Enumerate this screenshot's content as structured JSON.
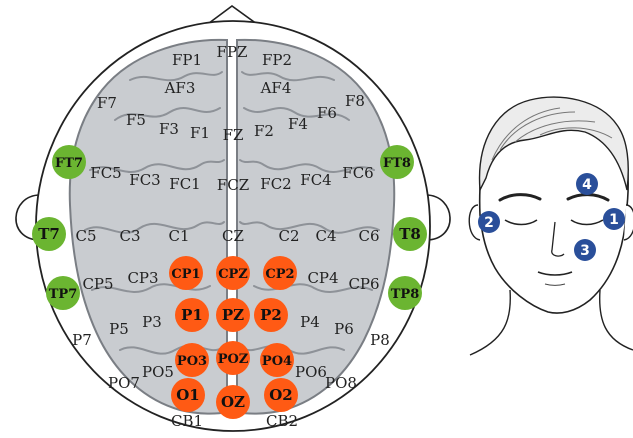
{
  "colors": {
    "green": "#6bb531",
    "orange": "#ff5a14",
    "marker": "#2a4f9a",
    "brain": "#c9ccd0",
    "brain_dark": "#7a7e84"
  },
  "electrodes": [
    {
      "id": "FP1",
      "label": "FP1",
      "kind": "plain"
    },
    {
      "id": "FPZ",
      "label": "FPZ",
      "kind": "plain"
    },
    {
      "id": "FP2",
      "label": "FP2",
      "kind": "plain"
    },
    {
      "id": "AF3",
      "label": "AF3",
      "kind": "plain"
    },
    {
      "id": "AF4",
      "label": "AF4",
      "kind": "plain"
    },
    {
      "id": "F7",
      "label": "F7",
      "kind": "plain"
    },
    {
      "id": "F5",
      "label": "F5",
      "kind": "plain"
    },
    {
      "id": "F3",
      "label": "F3",
      "kind": "plain"
    },
    {
      "id": "F1",
      "label": "F1",
      "kind": "plain"
    },
    {
      "id": "FZ",
      "label": "FZ",
      "kind": "plain"
    },
    {
      "id": "F2",
      "label": "F2",
      "kind": "plain"
    },
    {
      "id": "F4",
      "label": "F4",
      "kind": "plain"
    },
    {
      "id": "F6",
      "label": "F6",
      "kind": "plain"
    },
    {
      "id": "F8",
      "label": "F8",
      "kind": "plain"
    },
    {
      "id": "FT7",
      "label": "FT7",
      "kind": "green"
    },
    {
      "id": "FC5",
      "label": "FC5",
      "kind": "plain"
    },
    {
      "id": "FC3",
      "label": "FC3",
      "kind": "plain"
    },
    {
      "id": "FC1",
      "label": "FC1",
      "kind": "plain"
    },
    {
      "id": "FCZ",
      "label": "FCZ",
      "kind": "plain"
    },
    {
      "id": "FC2",
      "label": "FC2",
      "kind": "plain"
    },
    {
      "id": "FC4",
      "label": "FC4",
      "kind": "plain"
    },
    {
      "id": "FC6",
      "label": "FC6",
      "kind": "plain"
    },
    {
      "id": "FT8",
      "label": "FT8",
      "kind": "green"
    },
    {
      "id": "T7",
      "label": "T7",
      "kind": "green"
    },
    {
      "id": "C5",
      "label": "C5",
      "kind": "plain"
    },
    {
      "id": "C3",
      "label": "C3",
      "kind": "plain"
    },
    {
      "id": "C1",
      "label": "C1",
      "kind": "plain"
    },
    {
      "id": "CZ",
      "label": "CZ",
      "kind": "plain"
    },
    {
      "id": "C2",
      "label": "C2",
      "kind": "plain"
    },
    {
      "id": "C4",
      "label": "C4",
      "kind": "plain"
    },
    {
      "id": "C6",
      "label": "C6",
      "kind": "plain"
    },
    {
      "id": "T8",
      "label": "T8",
      "kind": "green"
    },
    {
      "id": "TP7",
      "label": "TP7",
      "kind": "green"
    },
    {
      "id": "CP5",
      "label": "CP5",
      "kind": "plain"
    },
    {
      "id": "CP3",
      "label": "CP3",
      "kind": "plain"
    },
    {
      "id": "CP1",
      "label": "CP1",
      "kind": "orange"
    },
    {
      "id": "CPZ",
      "label": "CPZ",
      "kind": "orange"
    },
    {
      "id": "CP2",
      "label": "CP2",
      "kind": "orange"
    },
    {
      "id": "CP4",
      "label": "CP4",
      "kind": "plain"
    },
    {
      "id": "CP6",
      "label": "CP6",
      "kind": "plain"
    },
    {
      "id": "TP8",
      "label": "TP8",
      "kind": "green"
    },
    {
      "id": "P7",
      "label": "P7",
      "kind": "plain"
    },
    {
      "id": "P5",
      "label": "P5",
      "kind": "plain"
    },
    {
      "id": "P3",
      "label": "P3",
      "kind": "plain"
    },
    {
      "id": "P1",
      "label": "P1",
      "kind": "orange"
    },
    {
      "id": "PZ",
      "label": "PZ",
      "kind": "orange"
    },
    {
      "id": "P2",
      "label": "P2",
      "kind": "orange"
    },
    {
      "id": "P4",
      "label": "P4",
      "kind": "plain"
    },
    {
      "id": "P6",
      "label": "P6",
      "kind": "plain"
    },
    {
      "id": "P8",
      "label": "P8",
      "kind": "plain"
    },
    {
      "id": "PO7",
      "label": "PO7",
      "kind": "plain"
    },
    {
      "id": "PO5",
      "label": "PO5",
      "kind": "plain"
    },
    {
      "id": "PO3",
      "label": "PO3",
      "kind": "orange"
    },
    {
      "id": "POZ",
      "label": "POZ",
      "kind": "orange"
    },
    {
      "id": "PO4",
      "label": "PO4",
      "kind": "orange"
    },
    {
      "id": "PO6",
      "label": "PO6",
      "kind": "plain"
    },
    {
      "id": "PO8",
      "label": "PO8",
      "kind": "plain"
    },
    {
      "id": "O1",
      "label": "O1",
      "kind": "orange"
    },
    {
      "id": "OZ",
      "label": "OZ",
      "kind": "orange"
    },
    {
      "id": "O2",
      "label": "O2",
      "kind": "orange"
    },
    {
      "id": "CB1",
      "label": "CB1",
      "kind": "plain"
    },
    {
      "id": "CB2",
      "label": "CB2",
      "kind": "plain"
    }
  ],
  "face_markers": [
    {
      "id": "m1",
      "label": "1"
    },
    {
      "id": "m2",
      "label": "2"
    },
    {
      "id": "m3",
      "label": "3"
    },
    {
      "id": "m4",
      "label": "4"
    }
  ]
}
